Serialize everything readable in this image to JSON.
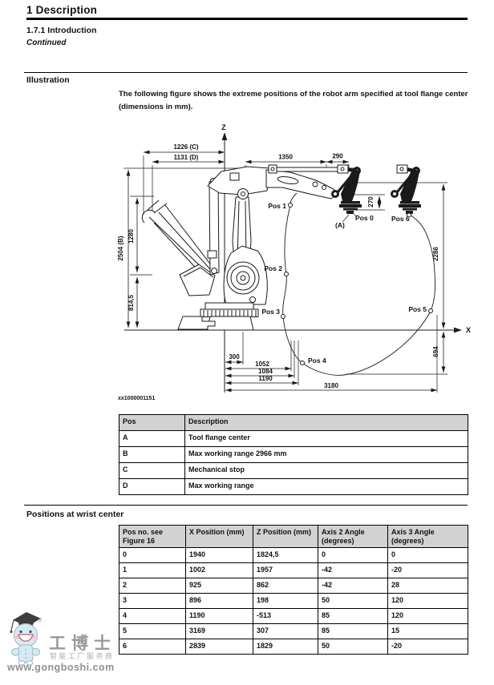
{
  "page": {
    "chapter_heading": "1  Description",
    "section_heading": "1.7.1  Introduction",
    "continued_label": "Continued",
    "illustration_heading": "Illustration",
    "illustration_text": "The following figure shows the extreme positions of the robot arm specified at tool flange center (dimensions in mm).",
    "figure_caption": "xx1000001151",
    "positions_heading": "Positions at wrist center"
  },
  "diagram": {
    "z_label": "Z",
    "x_label": "X",
    "dim_1226_c": "1226 (C)",
    "dim_1131_d": "1131 (D)",
    "dim_1350": "1350",
    "dim_290": "290",
    "dim_2504_b": "2504 (B)",
    "dim_1280": "1280",
    "dim_814_5": "814,5",
    "dim_270": "270",
    "dim_2286": "2286",
    "dim_694": "694",
    "dim_300": "300",
    "dim_1052": "1052",
    "dim_1084": "1084",
    "dim_1190": "1190",
    "dim_3180": "3180",
    "pos_0": "Pos 0",
    "pos_1": "Pos 1",
    "pos_2": "Pos 2",
    "pos_3": "Pos 3",
    "pos_4": "Pos 4",
    "pos_5": "Pos 5",
    "pos_6": "Pos 6",
    "flange_ref": "(A)"
  },
  "legend_table": {
    "headers": [
      "Pos",
      "Description"
    ],
    "rows": [
      [
        "A",
        "Tool flange center"
      ],
      [
        "B",
        "Max working range 2966 mm"
      ],
      [
        "C",
        "Mechanical stop"
      ],
      [
        "D",
        "Max working range"
      ]
    ]
  },
  "positions_table": {
    "headers": [
      "Pos no. see Figure 16",
      "X Position (mm)",
      "Z Position (mm)",
      "Axis 2 Angle (degrees)",
      "Axis 3 Angle (degrees)"
    ],
    "rows": [
      [
        "0",
        "1940",
        "1824,5",
        "0",
        "0"
      ],
      [
        "1",
        "1002",
        "1957",
        "-42",
        "-20"
      ],
      [
        "2",
        "925",
        "862",
        "-42",
        "28"
      ],
      [
        "3",
        "896",
        "198",
        "50",
        "120"
      ],
      [
        "4",
        "1190",
        "-513",
        "85",
        "120"
      ],
      [
        "5",
        "3169",
        "307",
        "85",
        "15"
      ],
      [
        "6",
        "2839",
        "1829",
        "50",
        "-20"
      ]
    ]
  },
  "watermark": {
    "brand": "工博士",
    "tagline": "智能工厂服务商",
    "url": "www.gongboshi.com",
    "registered_mark": "®"
  },
  "colors": {
    "table_header_bg": "#d2d2d2",
    "line_black": "#1a1a1a",
    "watermark_gray": "#9a9a9a",
    "mascot_blue": "#cfe9f6"
  }
}
